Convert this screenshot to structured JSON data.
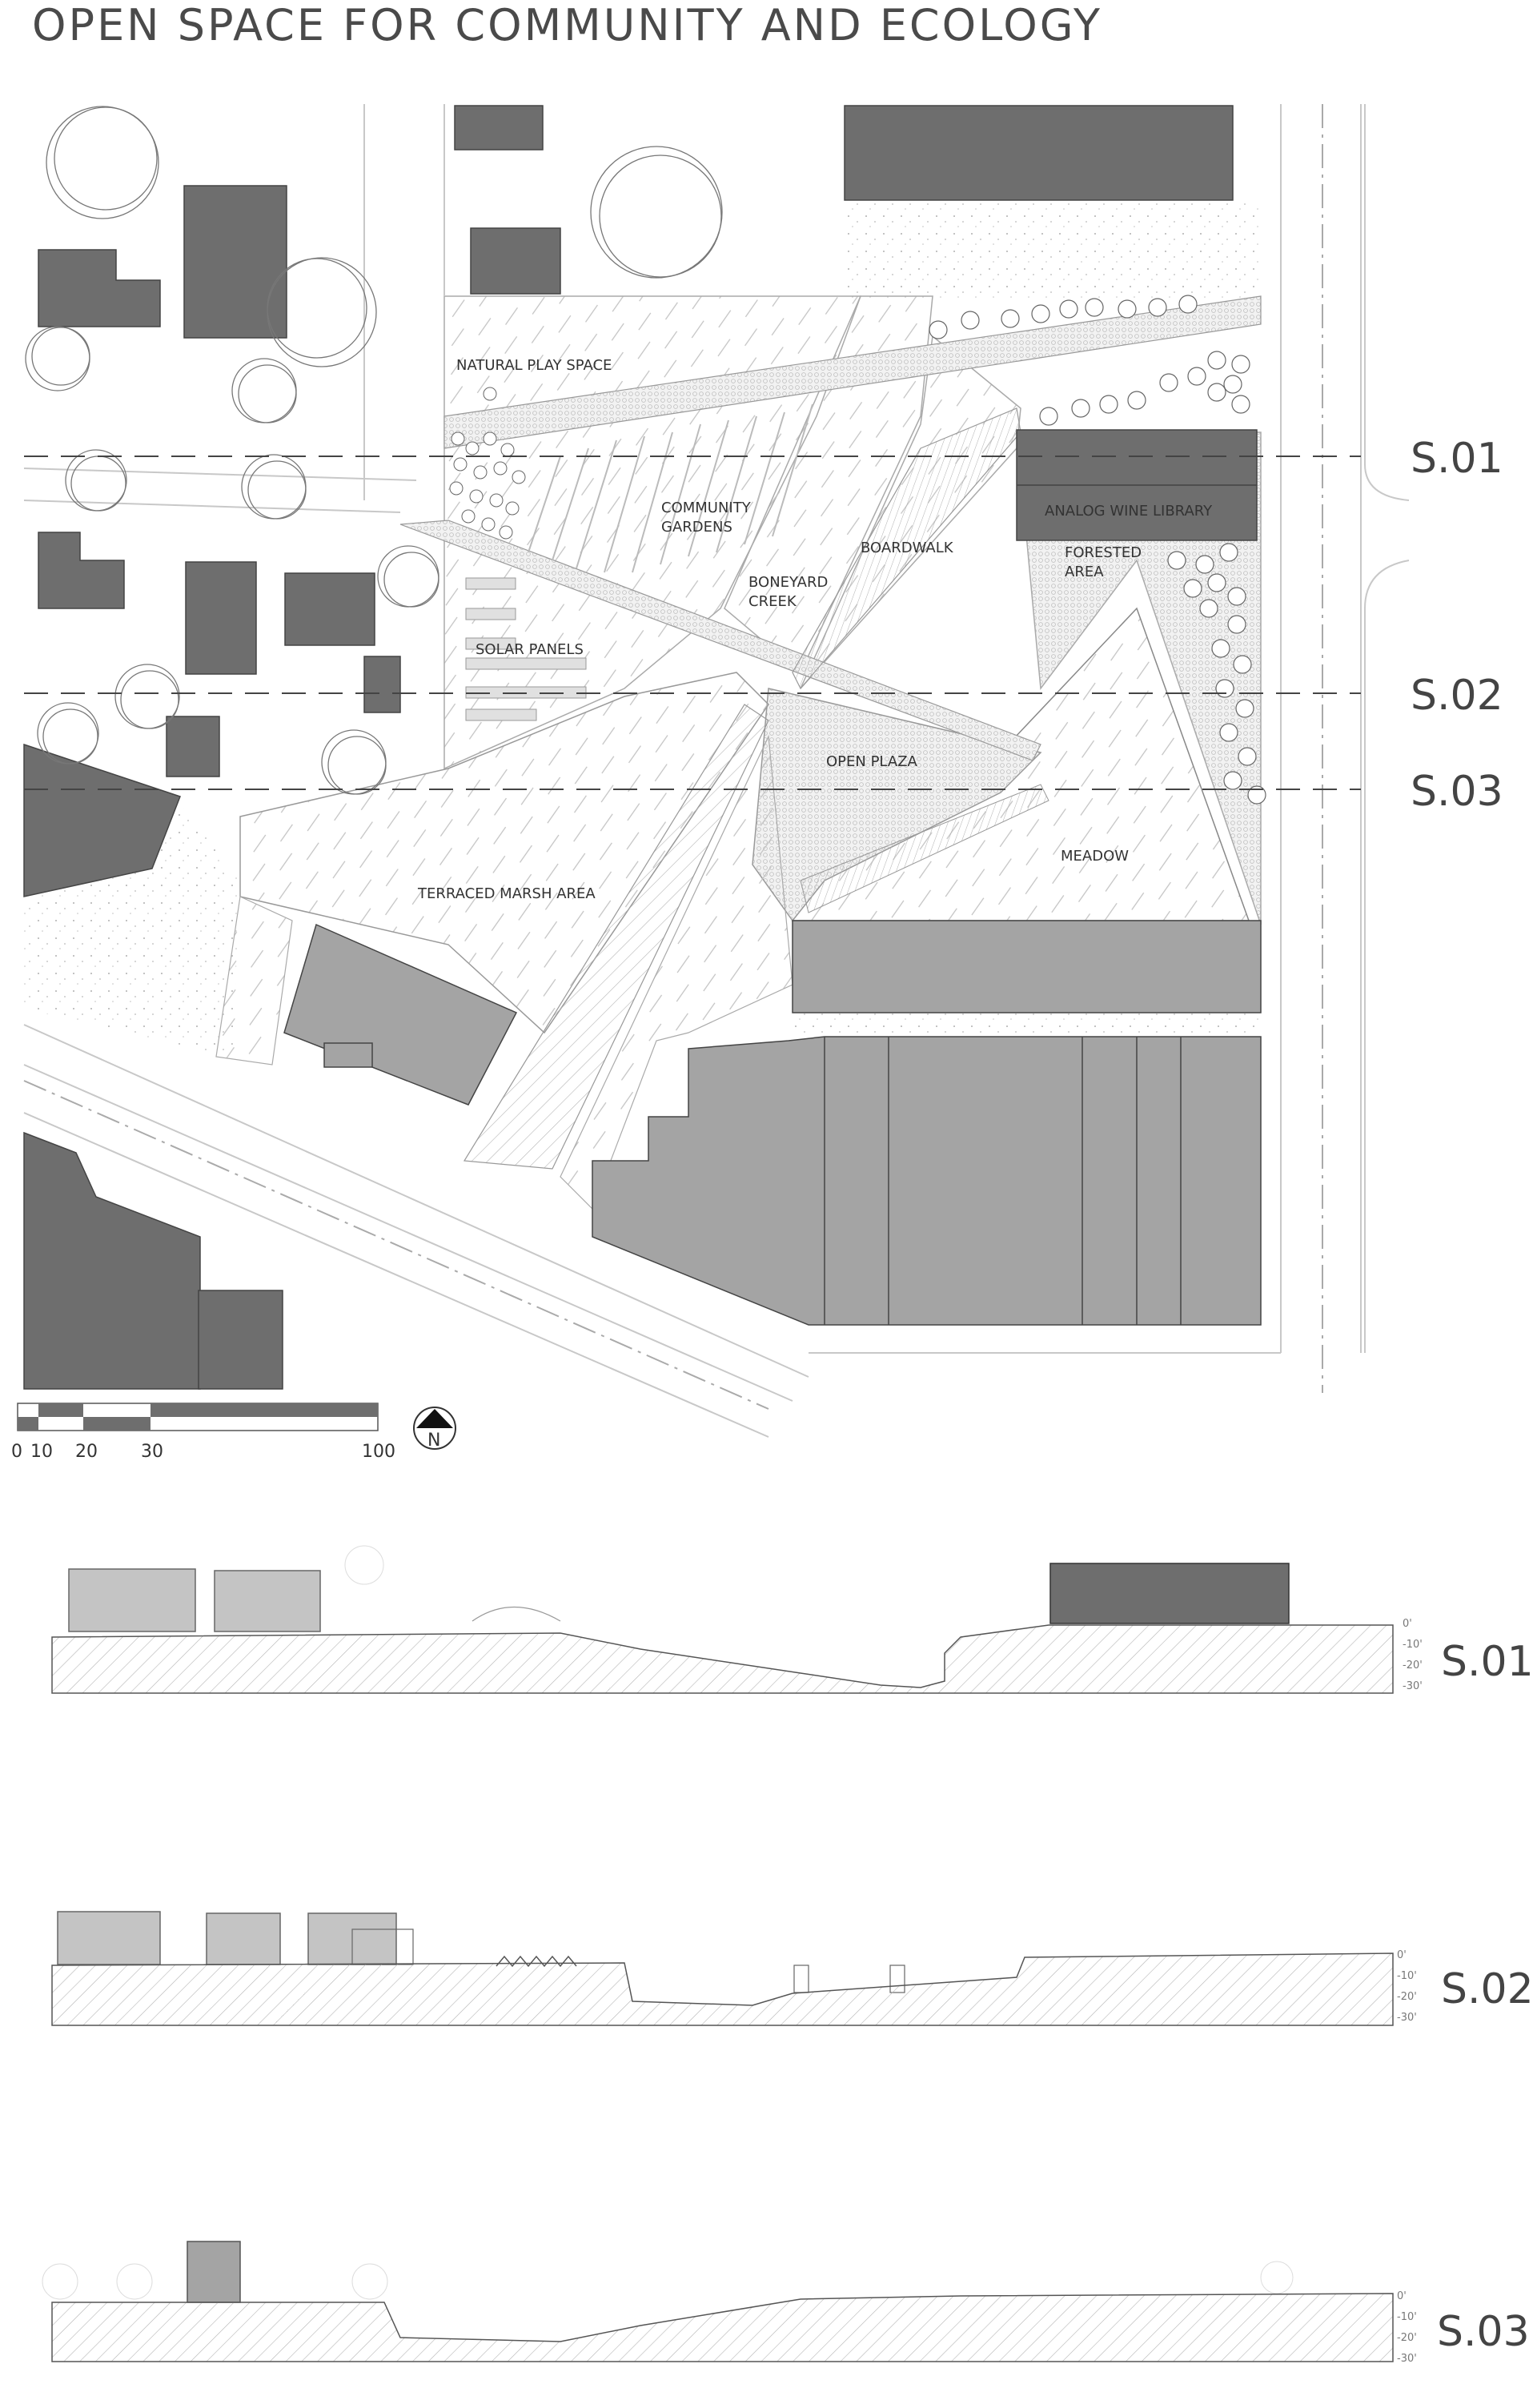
{
  "title": "OPEN SPACE FOR COMMUNITY AND ECOLOGY",
  "zones": {
    "natural_play": "NATURAL PLAY SPACE",
    "community_gardens_1": "COMMUNITY",
    "community_gardens_2": "GARDENS",
    "boardwalk": "BOARDWALK",
    "boneyard_1": "BONEYARD",
    "boneyard_2": "CREEK",
    "wine_library": "ANALOG WINE LIBRARY",
    "forested_1": "FORESTED",
    "forested_2": "AREA",
    "solar": "SOLAR PANELS",
    "plaza": "OPEN PLAZA",
    "meadow": "MEADOW",
    "marsh": "TERRACED MARSH AREA"
  },
  "section_cuts": [
    "S.01",
    "S.02",
    "S.03"
  ],
  "scale_bar": {
    "labels": [
      "0",
      "10",
      "20",
      "30",
      "100"
    ]
  },
  "north_arrow": {
    "label": "N",
    "icon": "north-arrow-icon"
  },
  "elevation_labels": [
    "0'",
    "-10'",
    "-20'",
    "-30'"
  ],
  "colors": {
    "building_dark": "#6e6e6e",
    "building_mid": "#a4a4a4",
    "line": "#999999"
  }
}
